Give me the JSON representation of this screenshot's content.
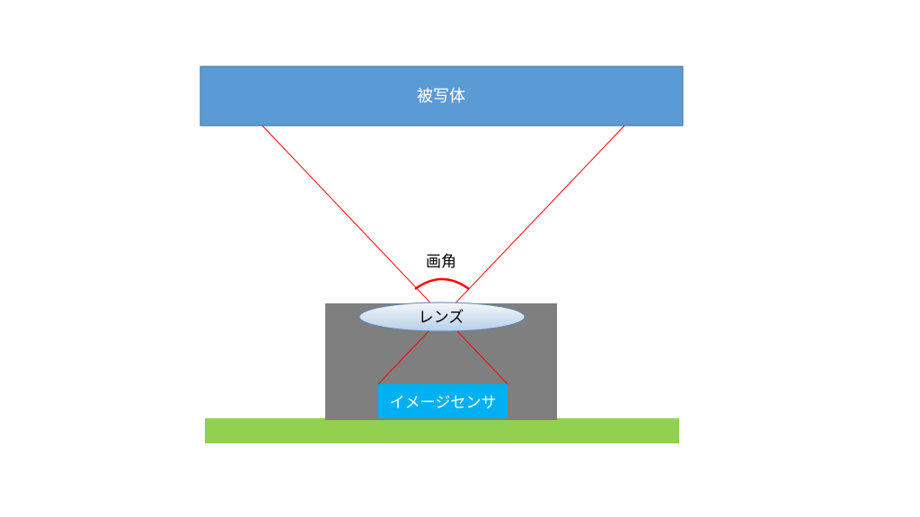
{
  "labels": {
    "subject": "被写体",
    "angle_of_view": "画角",
    "lens": "レンズ",
    "image_sensor": "イメージセンサ"
  },
  "colors": {
    "subject_fill": "#5b9bd5",
    "subject_border": "#41719c",
    "camera_body": "#7f7f7f",
    "lens_fill_top": "#f4f8fc",
    "lens_fill_bottom": "#b7cfe8",
    "lens_border": "#5b86b8",
    "sensor_fill": "#00b0f0",
    "ground": "#92d050",
    "ray_line": "#ff0000",
    "angle_arc": "#ff0000",
    "label_white": "#ffffff",
    "label_dark": "#000000"
  }
}
